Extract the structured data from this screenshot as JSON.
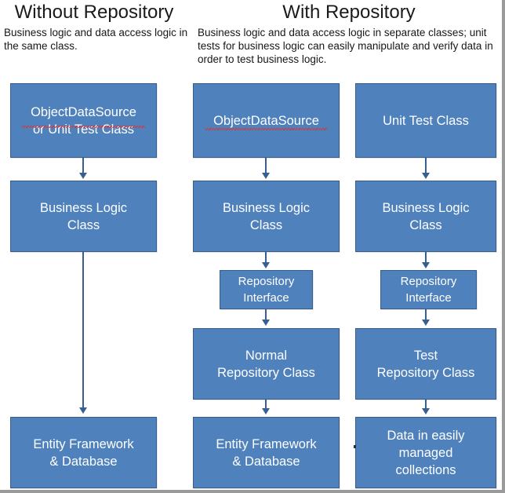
{
  "diagram": {
    "type": "flowchart",
    "background_color": "#FFFFFF",
    "node_fill_color": "#4F81BD",
    "node_border_color": "#385D8A",
    "node_text_color": "#FFFFFF",
    "arrow_color": "#376092",
    "columns": [
      {
        "id": "without-repository",
        "title": "Without Repository",
        "description": "Business logic and data access logic in the same class.",
        "nodes": [
          {
            "id": "odsource-or-unittest",
            "label": "ObjectDataSource\nor Unit Test Class",
            "spellchecked_word": "ObjectDataSource"
          },
          {
            "id": "business-logic-class",
            "label": "Business Logic\nClass"
          },
          {
            "id": "entity-framework-database",
            "label": "Entity Framework\n& Database"
          }
        ]
      },
      {
        "id": "with-repository-production",
        "title": "With Repository",
        "description": "Business logic and data access logic in separate classes; unit tests for business logic can easily manipulate and verify data in order to test business logic.",
        "nodes": [
          {
            "id": "objectdatasource",
            "label": "ObjectDataSource",
            "spellchecked_word": "ObjectDataSource"
          },
          {
            "id": "business-logic-class",
            "label": "Business Logic\nClass"
          },
          {
            "id": "repository-interface",
            "label": "Repository\nInterface"
          },
          {
            "id": "normal-repository-class",
            "label": "Normal\nRepository Class"
          },
          {
            "id": "entity-framework-database",
            "label": "Entity Framework\n& Database"
          }
        ]
      },
      {
        "id": "with-repository-test",
        "title": "",
        "description": "",
        "nodes": [
          {
            "id": "unit-test-class",
            "label": "Unit Test Class"
          },
          {
            "id": "business-logic-class",
            "label": "Business Logic\nClass"
          },
          {
            "id": "repository-interface",
            "label": "Repository\nInterface"
          },
          {
            "id": "test-repository-class",
            "label": "Test\nRepository Class"
          },
          {
            "id": "data-in-collections",
            "label": "Data in easily\nmanaged\ncollections"
          }
        ]
      }
    ]
  }
}
